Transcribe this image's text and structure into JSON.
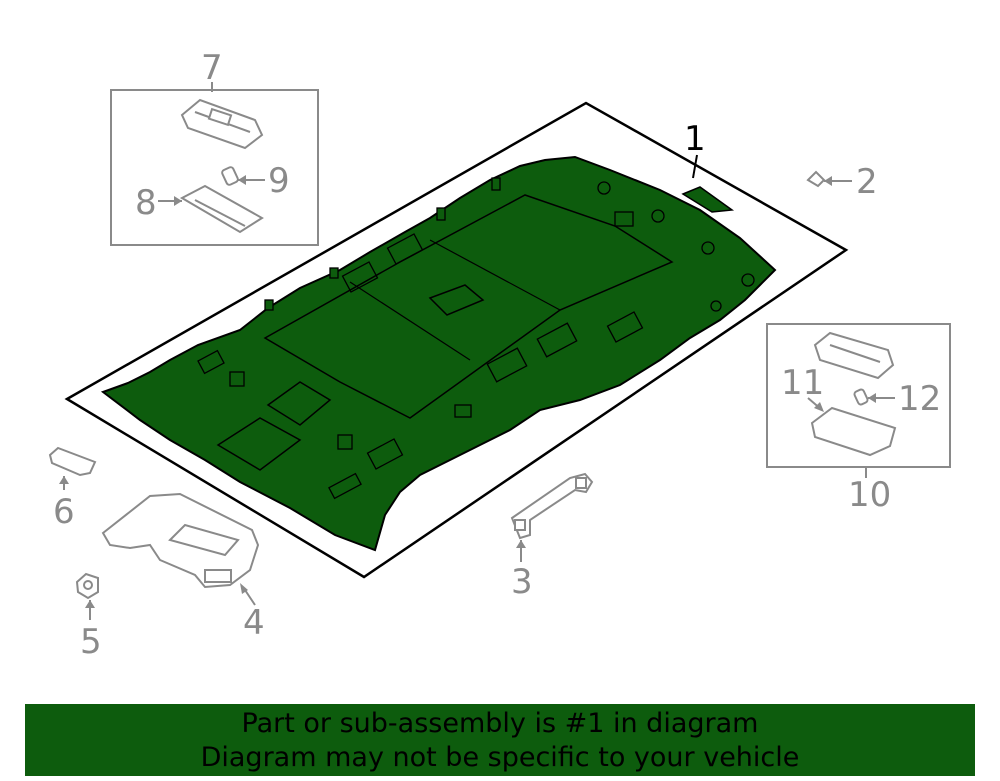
{
  "diagram": {
    "callouts": {
      "c1": "1",
      "c2": "2",
      "c3": "3",
      "c4": "4",
      "c5": "5",
      "c6": "6",
      "c7": "7",
      "c8": "8",
      "c9": "9",
      "c10": "10",
      "c11": "11",
      "c12": "12"
    },
    "colors": {
      "highlight": "#0d5c0d",
      "outline": "#000000",
      "secondary": "#8a8a8a",
      "background": "#ffffff"
    }
  },
  "banner": {
    "line1": "Part or sub-assembly is #1 in diagram",
    "line2": "Diagram may not be specific to your vehicle"
  }
}
